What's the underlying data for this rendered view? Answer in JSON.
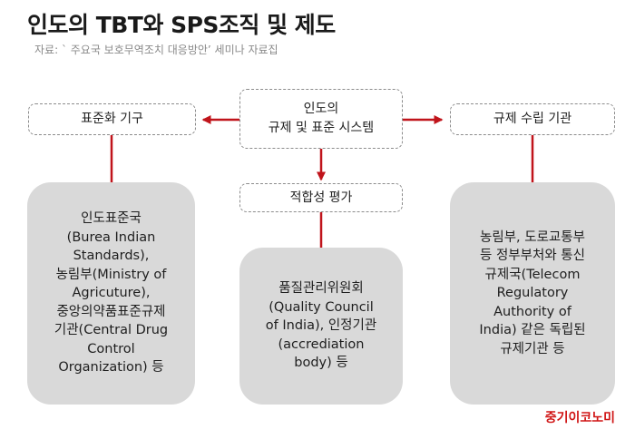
{
  "header": {
    "title": "인도의 TBT와 SPS조직 및 제도",
    "source": "자료: ` 주요국 보호무역조치 대응방안’ 세미나 자료집"
  },
  "diagram": {
    "center_box": {
      "lines": [
        "인도의",
        "규제 및 표준 시스템"
      ]
    },
    "left_box": {
      "label": "표준화 기구"
    },
    "right_box": {
      "label": "규제 수립 기관"
    },
    "middle_box": {
      "label": "적합성 평가"
    },
    "left_panel": {
      "lines": [
        "인도표준국",
        "(Burea Indian",
        "Standards),",
        "농림부(Ministry of",
        "Agricuture),",
        "중앙의약품표준규제",
        "기관(Central Drug",
        "Control",
        "Organization) 등"
      ]
    },
    "middle_panel": {
      "lines": [
        "품질관리위원회",
        "(Quality Council",
        "of India), 인정기관",
        "(accrediation",
        "body) 등"
      ]
    },
    "right_panel": {
      "lines": [
        "농림부, 도로교통부",
        "등 정부부처와 통신",
        "규제국(Telecom",
        "Regulatory",
        "Authority of",
        "India) 같은 독립된",
        "규제기관 등"
      ]
    },
    "colors": {
      "arrow": "#c0141b",
      "border": "#8c8c8c",
      "panel": "#d9d9d9"
    }
  },
  "footer": {
    "logo": "중기이코노미"
  }
}
